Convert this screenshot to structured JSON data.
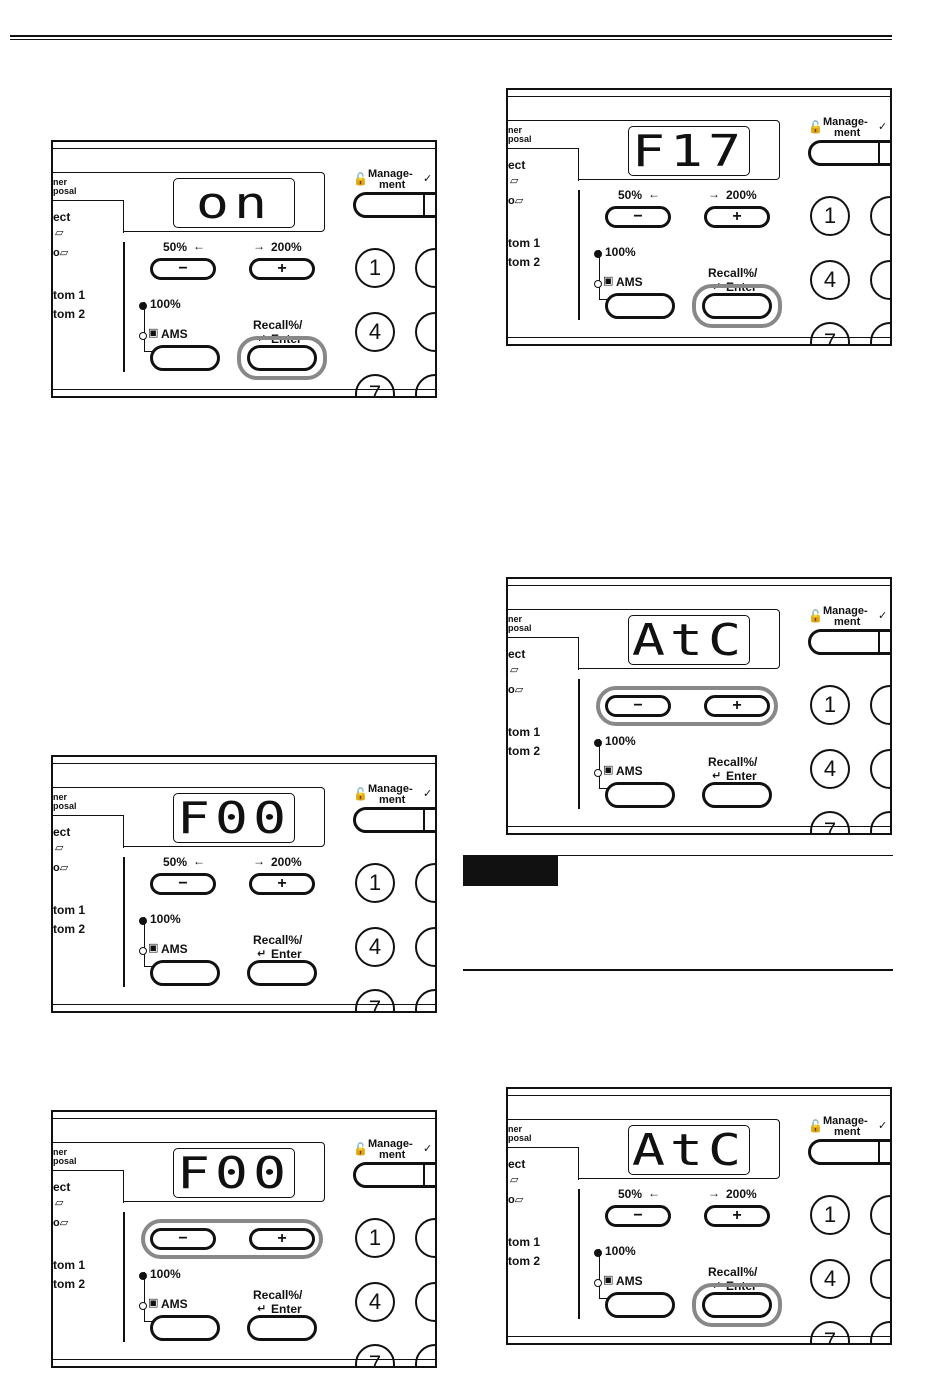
{
  "panels": [
    {
      "display": "on",
      "highlight": "enter",
      "show_zoom_labels": true,
      "show_enter_partial": true
    },
    {
      "display": "F17",
      "highlight": "enter",
      "show_zoom_labels": true,
      "show_enter_partial": true
    },
    {
      "display": "F00",
      "highlight": "none",
      "show_zoom_labels": true,
      "show_enter_partial": false
    },
    {
      "display": "AtC",
      "highlight": "zoom",
      "show_zoom_labels": false,
      "show_enter_partial": false
    },
    {
      "display": "F00",
      "highlight": "zoom",
      "show_zoom_labels": false,
      "show_enter_partial": false
    },
    {
      "display": "AtC",
      "highlight": "enter",
      "show_zoom_labels": true,
      "show_enter_partial": true
    }
  ],
  "labels": {
    "sidebar_1a": "ner",
    "sidebar_1b": "posal",
    "sidebar_2": "ect",
    "sidebar_3": "tom 1",
    "sidebar_4": "tom 2",
    "zoom_left": "50%",
    "zoom_right": "200%",
    "hundred": "100%",
    "ams": "AMS",
    "recall": "Recall%/",
    "enter": "Enter",
    "management_1": "Manage-",
    "management_2": "ment",
    "key_1": "1",
    "key_4": "4",
    "key_7": "7",
    "minus": "−",
    "plus": "+"
  },
  "colors": {
    "highlight": "#888888",
    "line": "#111111"
  }
}
